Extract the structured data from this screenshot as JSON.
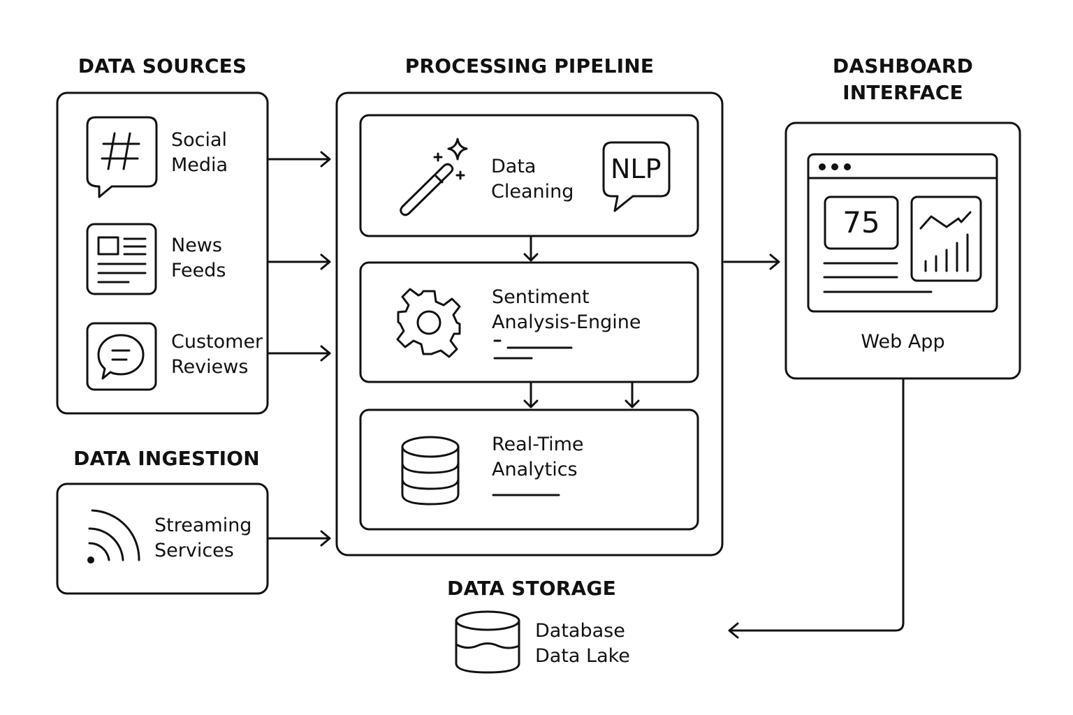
{
  "headings": {
    "data_sources": "DATA SOURCES",
    "processing_pipeline": "PROCESSING PIPELINE",
    "dashboard_interface_line1": "DASHBOARD",
    "dashboard_interface_line2": "INTERFACE",
    "data_ingestion": "DATA INGESTION",
    "data_storage": "DATA STORAGE"
  },
  "sources": [
    {
      "icon": "hashtag-icon",
      "line1": "Social",
      "line2": "Media"
    },
    {
      "icon": "newspaper-icon",
      "line1": "News",
      "line2": "Feeds"
    },
    {
      "icon": "chat-bubble-icon",
      "line1": "Customer",
      "line2": "Reviews"
    }
  ],
  "ingestion": {
    "icon": "wifi-signal-icon",
    "line1": "Streaming",
    "line2": "Services"
  },
  "pipeline": [
    {
      "icon": "magic-wand-icon",
      "line1": "Data",
      "line2": "Cleaning",
      "badge": "NLP"
    },
    {
      "icon": "gear-icon",
      "line1": "Sentiment",
      "line2": "Analysis-Engine"
    },
    {
      "icon": "database-icon",
      "line1": "Real-Time",
      "line2": "Analytics"
    }
  ],
  "dashboard": {
    "kpi_value": "75",
    "caption": "Web App",
    "icon": "browser-window-icon"
  },
  "storage": {
    "icon": "database-lake-icon",
    "line1": "Database",
    "line2": "Data Lake"
  },
  "colors": {
    "stroke": "#111111",
    "background": "#ffffff"
  }
}
